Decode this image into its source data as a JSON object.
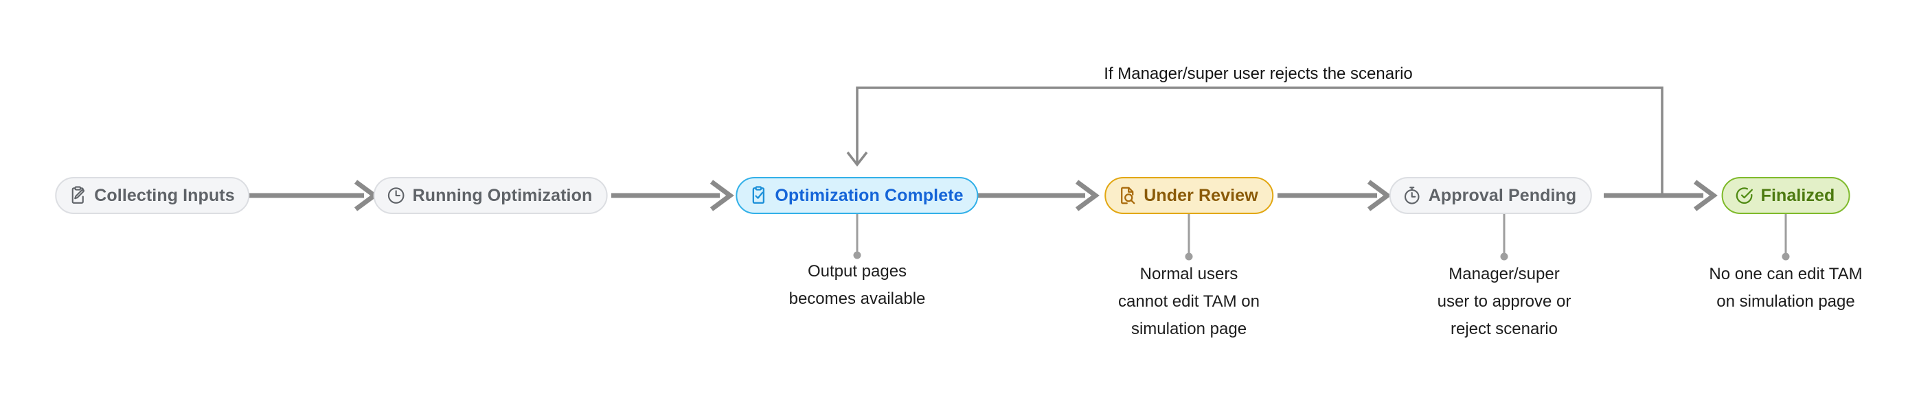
{
  "diagram": {
    "title_visible": false,
    "background": "#ffffff",
    "loop_label": "If Manager/super user rejects the scenario",
    "connector_color": "#8a8a8a",
    "loop_connector_color": "#8a8a8a",
    "caption_dot_color": "#9e9e9e",
    "nodes": [
      {
        "id": "collecting-inputs",
        "label": "Collecting Inputs",
        "icon": "clipboard-pencil-icon",
        "state": "default",
        "fill": "#f4f5f7",
        "border": "#dcdee2",
        "text": "#5f6368",
        "caption": []
      },
      {
        "id": "running-optimization",
        "label": "Running Optimization",
        "icon": "clock-icon",
        "state": "default",
        "fill": "#f4f5f7",
        "border": "#dcdee2",
        "text": "#5f6368",
        "caption": []
      },
      {
        "id": "optimization-complete",
        "label": "Optimization Complete",
        "icon": "clipboard-check-icon",
        "state": "blue",
        "fill": "#d9f2fd",
        "border": "#32b0e8",
        "text": "#1565d8",
        "caption": [
          "Output pages",
          "becomes available"
        ]
      },
      {
        "id": "under-review",
        "label": "Under Review",
        "icon": "document-magnifier-icon",
        "state": "amber",
        "fill": "#fbeec9",
        "border": "#e2a712",
        "text": "#8a5a08",
        "caption": [
          "Normal users",
          "cannot edit TAM on",
          "simulation page"
        ]
      },
      {
        "id": "approval-pending",
        "label": "Approval Pending",
        "icon": "stopwatch-icon",
        "state": "default",
        "fill": "#f4f5f7",
        "border": "#dcdee2",
        "text": "#5f6368",
        "caption": [
          "Manager/super",
          "user to approve or",
          "reject scenario"
        ]
      },
      {
        "id": "finalized",
        "label": "Finalized",
        "icon": "check-circle-icon",
        "state": "green",
        "fill": "#e3f0c8",
        "border": "#7fba2b",
        "text": "#4c7a10",
        "caption": [
          "No one can edit TAM",
          "on simulation page"
        ]
      }
    ]
  }
}
